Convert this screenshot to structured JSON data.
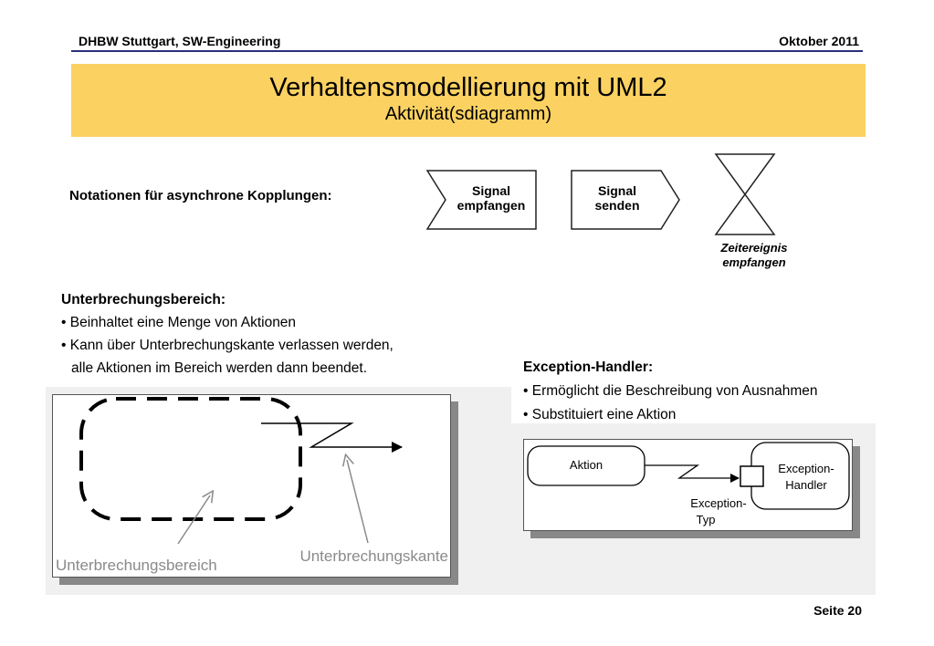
{
  "header": {
    "left": "DHBW Stuttgart, SW-Engineering",
    "right": "Oktober 2011"
  },
  "title": {
    "main": "Verhaltensmodellierung mit UML2",
    "sub": "Aktivität(sdiagramm)"
  },
  "notations": {
    "label": "Notationen für asynchrone Kopplungen:",
    "signal_receive": [
      "Signal",
      "empfangen"
    ],
    "signal_send": [
      "Signal",
      "senden"
    ],
    "time_event": [
      "Zeitereignis",
      "empfangen"
    ]
  },
  "interrupt": {
    "heading": "Unterbrechungsbereich:",
    "bullet1": "• Beinhaltet eine Menge von Aktionen",
    "bullet2": "• Kann über Unterbrechungskante verlassen  werden,",
    "bullet2_cont": "alle Aktionen im Bereich werden dann beendet.",
    "diagram_label_region": "Unterbrechungsbereich",
    "diagram_label_edge": "Unterbrechungskante"
  },
  "exception": {
    "heading": "Exception-Handler:",
    "bullet1": "• Ermöglicht die Beschreibung von Ausnahmen",
    "bullet2": "• Substituiert eine Aktion",
    "action_label": "Aktion",
    "handler_label": [
      "Exception-",
      "Handler"
    ],
    "type_label": [
      "Exception-",
      "Typ"
    ]
  },
  "footer": {
    "page": "Seite 20"
  },
  "colors": {
    "title_band": "#fbd161",
    "header_rule": "#2a2f7a",
    "annotation_grey": "#8a8a8a"
  }
}
